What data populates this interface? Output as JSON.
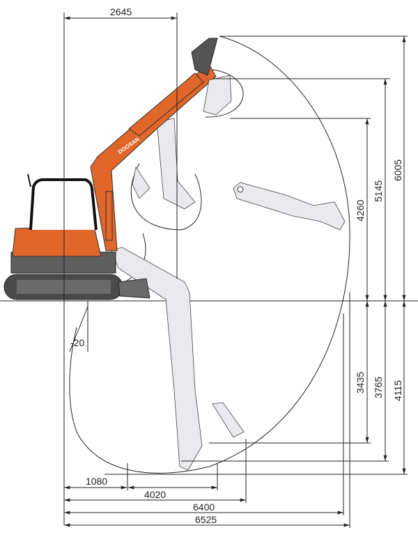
{
  "diagram": {
    "title": "Excavator working range",
    "brand_logo": "DOOSAN",
    "colors": {
      "body": "#e0662a",
      "undercarriage": "#5a5a5a",
      "ghost": "#e9e9ee",
      "lines": "#222222"
    },
    "dimensions": {
      "top_width": "2645",
      "max_height": "6005",
      "max_dump_height": "5145",
      "height_4260": "4260",
      "depth_3435": "3435",
      "depth_3765": "3765",
      "max_depth": "4115",
      "offset": "-20",
      "reach_1080": "1080",
      "reach_4020": "4020",
      "reach_6400": "6400",
      "max_reach": "6525"
    }
  }
}
